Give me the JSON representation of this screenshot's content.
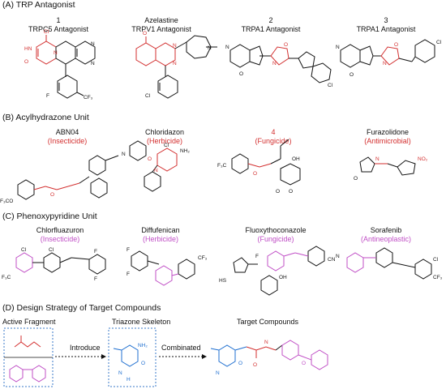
{
  "sections": {
    "a": "(A) TRP Antagonist",
    "b": "(B) Acylhydrazone Unit",
    "c": "(C) Phenoxypyridine Unit",
    "d": "(D) Design Strategy of Target Compounds"
  },
  "panel_a": [
    {
      "number": "1",
      "title": "TRPC5 Antagonist"
    },
    {
      "name": "Azelastine",
      "title": "TRPV1 Antagonist"
    },
    {
      "number": "2",
      "title": "TRPA1 Antagonist"
    },
    {
      "number": "3",
      "title": "TRPA1 Antagonist"
    }
  ],
  "panel_b": [
    {
      "name": "ABN04",
      "activity": "(Insecticide)"
    },
    {
      "name": "Chloridazon",
      "activity": "(Herbicide)"
    },
    {
      "name": "4",
      "activity": "(Fungicide)"
    },
    {
      "name": "Furazolidone",
      "activity": "(Antimicrobial)"
    }
  ],
  "panel_c": [
    {
      "name": "Chlorfluazuron",
      "activity": "(Insecticide)"
    },
    {
      "name": "Diffufenican",
      "activity": "(Herbicide)"
    },
    {
      "name": "Fluoxythoconazole",
      "activity": "(Fungicide)"
    },
    {
      "name": "Sorafenib",
      "activity": "(Antineoplastic)"
    }
  ],
  "panel_d": {
    "active_fragment": "Active Fragment",
    "triazone_skeleton": "Triazone Skeleton",
    "target_compounds": "Target Compounds",
    "introduce": "Introduce",
    "combinated": "Combinated"
  },
  "atoms": {
    "cl": "Cl",
    "cf3": "CF₃",
    "f": "F",
    "n": "N",
    "o": "O",
    "nh": "NH",
    "hn": "HN",
    "h": "H",
    "oh": "OH",
    "nh2": "NH₂",
    "no2": "NO₂",
    "f3co": "F₃CO",
    "f3c": "F₃C",
    "hs": "HS",
    "cn": "CN"
  },
  "colors": {
    "red": "#d32f2f",
    "magenta": "#c04fc6",
    "blue": "#1f6fd0",
    "box_border": "#3a78c9"
  }
}
